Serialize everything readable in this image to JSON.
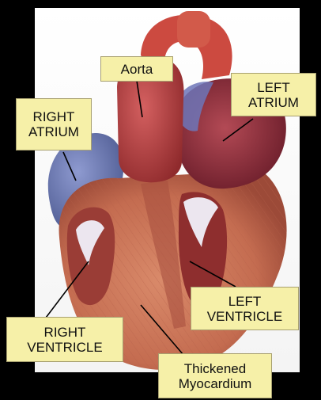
{
  "labels": {
    "aorta": "Aorta",
    "left_atrium": "LEFT\nATRIUM",
    "right_atrium": "RIGHT\nATRIUM",
    "left_ventricle": "LEFT\nVENTRICLE",
    "right_ventricle": "RIGHT\nVENTRICLE",
    "thickened_myocardium": "Thickened\nMyocardium"
  },
  "colors": {
    "label_fill": "#f6f0a8",
    "muscle": "#c8735a",
    "vessel": "#b23a3a",
    "vein_blue": "#5c6ea6",
    "pointer": "#000000"
  }
}
